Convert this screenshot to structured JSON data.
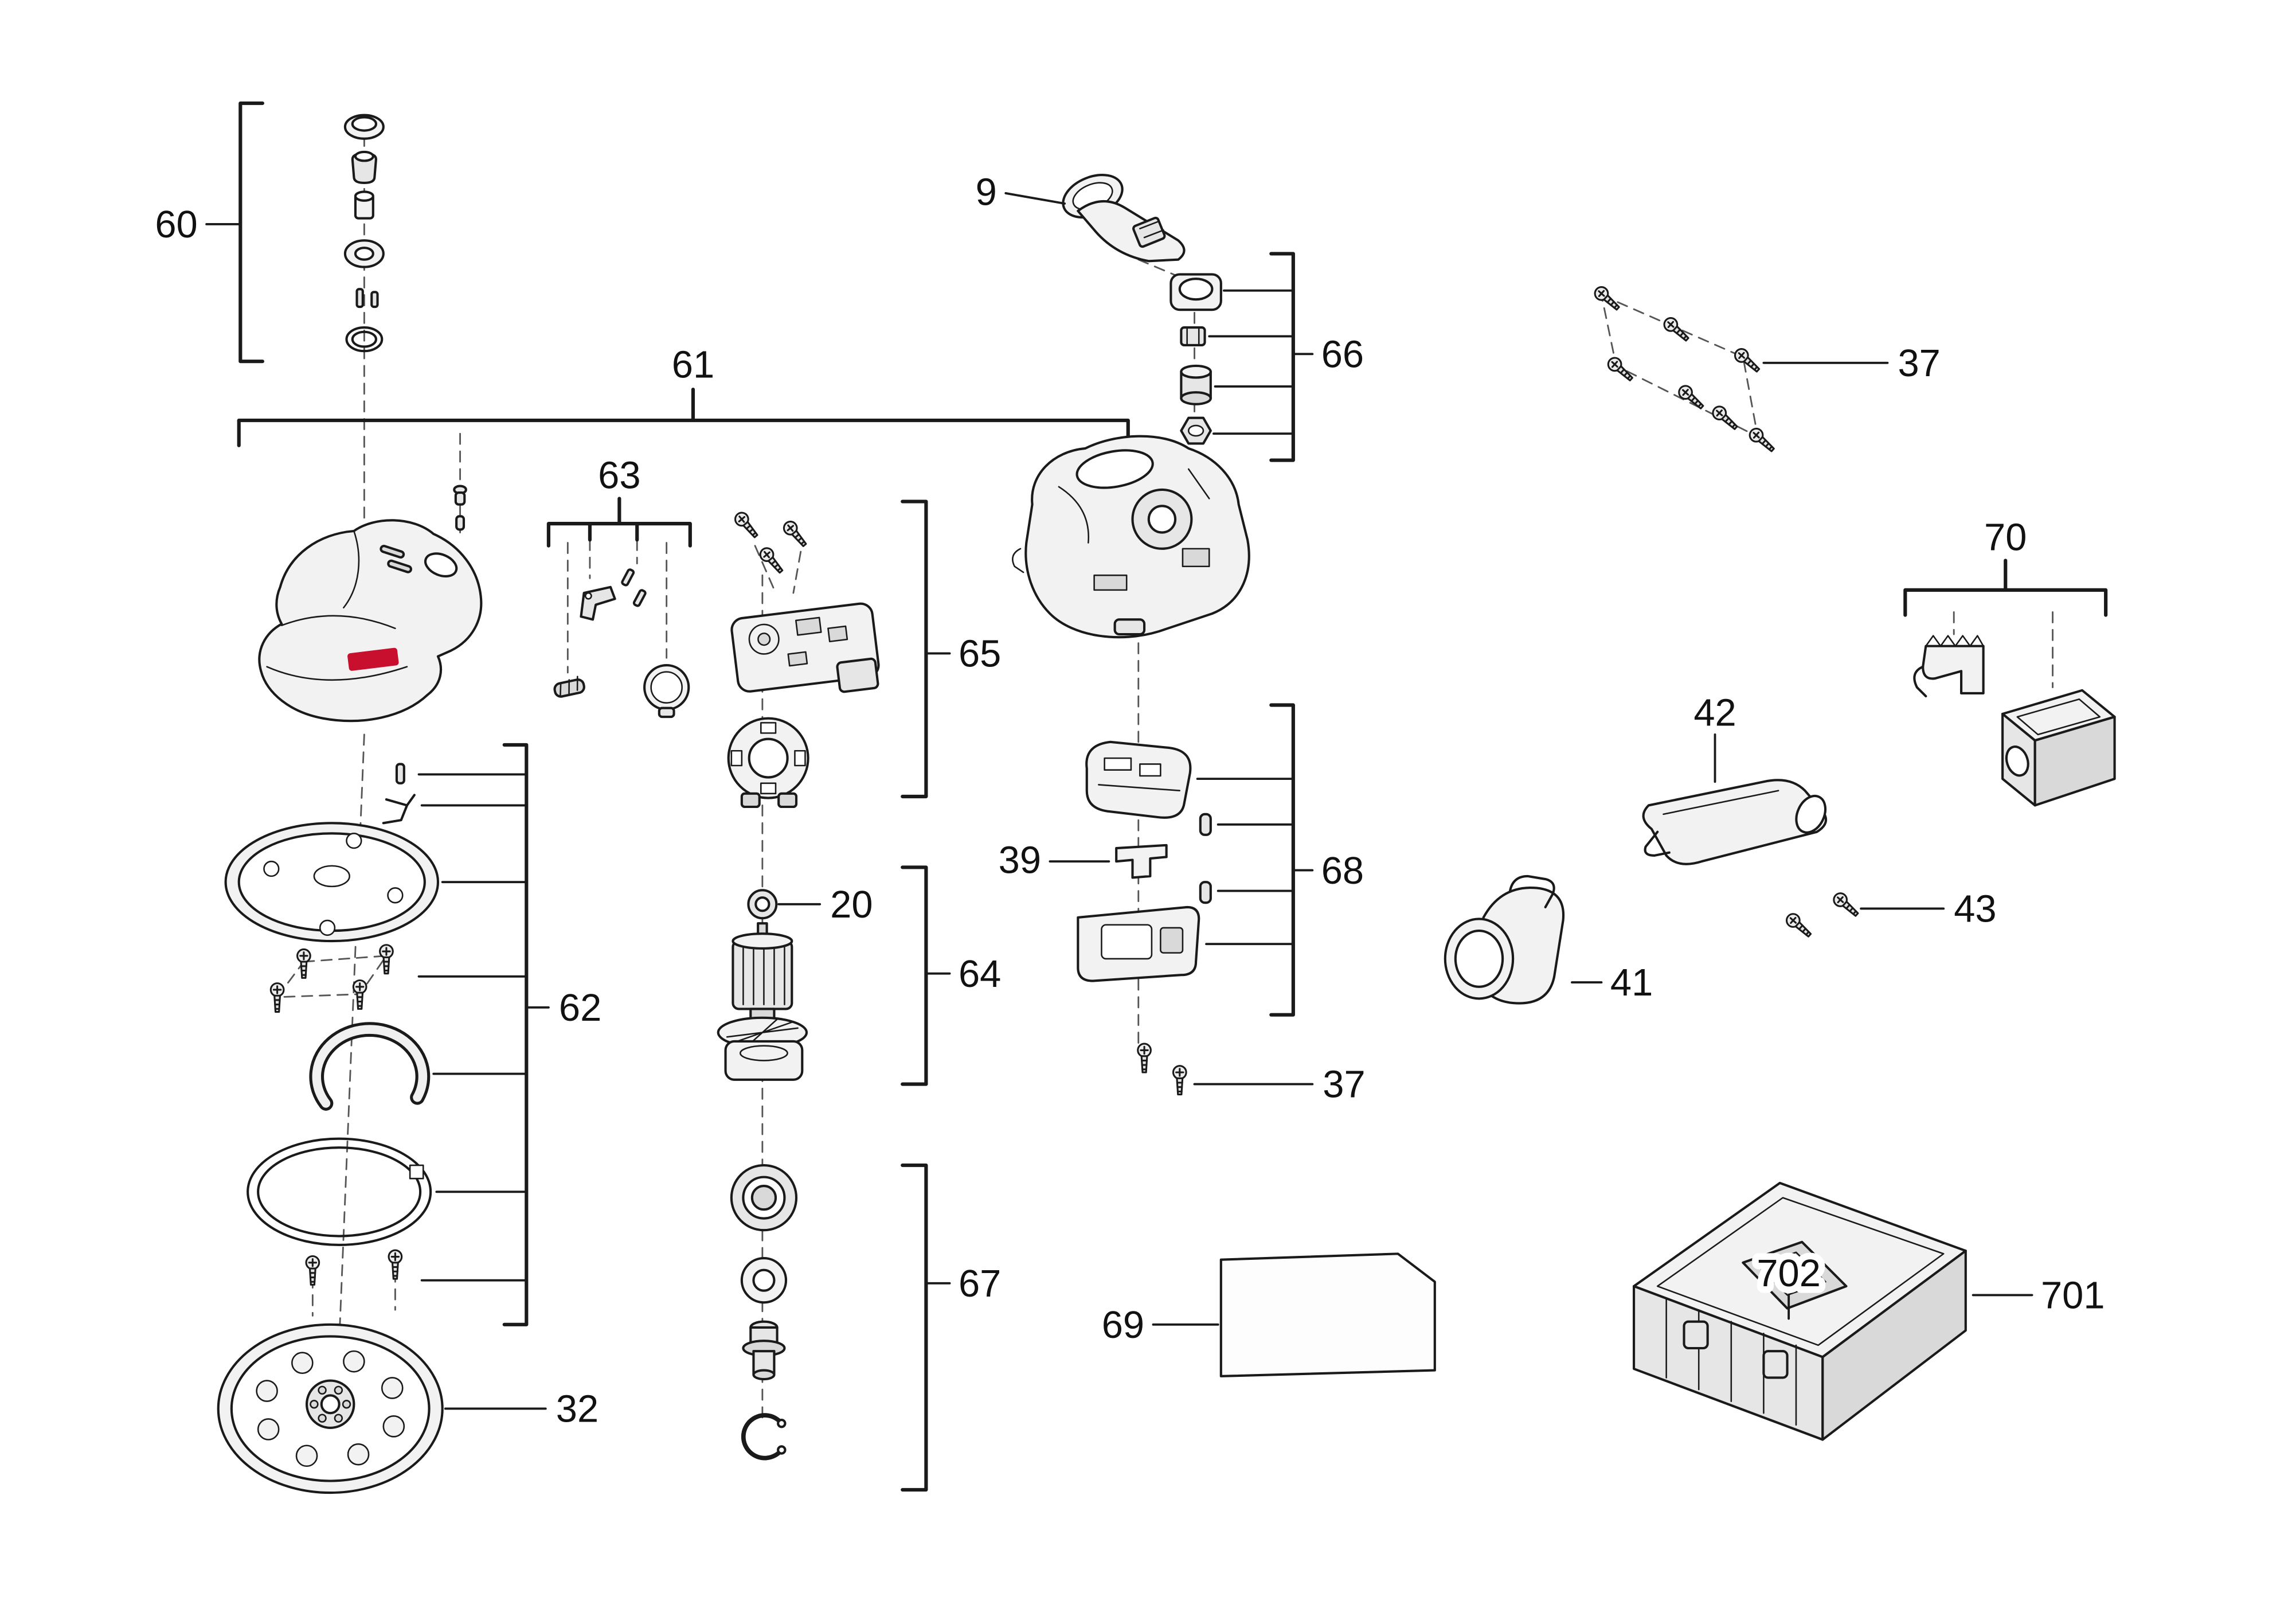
{
  "diagram": {
    "kind": "exploded-parts-diagram",
    "background": "#ffffff",
    "line_color": "#1a1a1a",
    "brand_accent": "#c8102e",
    "callout_numbers": [
      "9",
      "20",
      "32",
      "37",
      "39",
      "41",
      "42",
      "43",
      "60",
      "61",
      "62",
      "63",
      "64",
      "65",
      "66",
      "67",
      "68",
      "69",
      "70",
      "701",
      "702"
    ]
  },
  "labels": {
    "9": "9",
    "20": "20",
    "32": "32",
    "37": "37",
    "39": "39",
    "41": "41",
    "42": "42",
    "43": "43",
    "60": "60",
    "61": "61",
    "62": "62",
    "63": "63",
    "64": "64",
    "65": "65",
    "66": "66",
    "67": "67",
    "68": "68",
    "69": "69",
    "70": "70",
    "701": "701",
    "702": "702"
  }
}
